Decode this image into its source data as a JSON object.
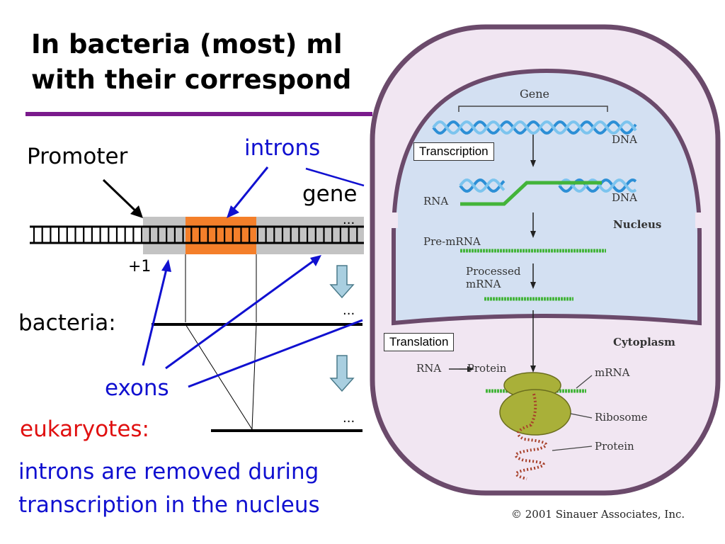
{
  "slide": {
    "title_line1": "In bacteria (most) ml",
    "title_line2": "with their correspond",
    "accent_color": "#7a1a8c"
  },
  "gene_diagram": {
    "promoter": "Promoter",
    "introns": "introns",
    "gene": "gene",
    "plus_one": "+1",
    "ellipsis": "...",
    "bacteria": "bacteria:",
    "exons": "exons",
    "eukaryotes": "eukaryotes:",
    "note_line1": "introns are removed during",
    "note_line2": "transcription in the nucleus",
    "colors": {
      "intron": "#f47f2a",
      "gene_region": "#c3c3c3",
      "arrows": "#1010d0",
      "eukaryotes": "#e01010"
    }
  },
  "cell_figure": {
    "gene": "Gene",
    "dna_top": "DNA",
    "transcription": "Transcription",
    "rna": "RNA",
    "dna_mid": "DNA",
    "nucleus": "Nucleus",
    "pre_mrna": "Pre-mRNA",
    "processed_mrna_1": "Processed",
    "processed_mrna_2": "mRNA",
    "cytoplasm": "Cytoplasm",
    "translation": "Translation",
    "rna_protein": "RNA — Protein",
    "mrna": "mRNA",
    "ribosome": "Ribosome",
    "protein": "Protein",
    "copyright": "© 2001 Sinauer Associates, Inc."
  }
}
